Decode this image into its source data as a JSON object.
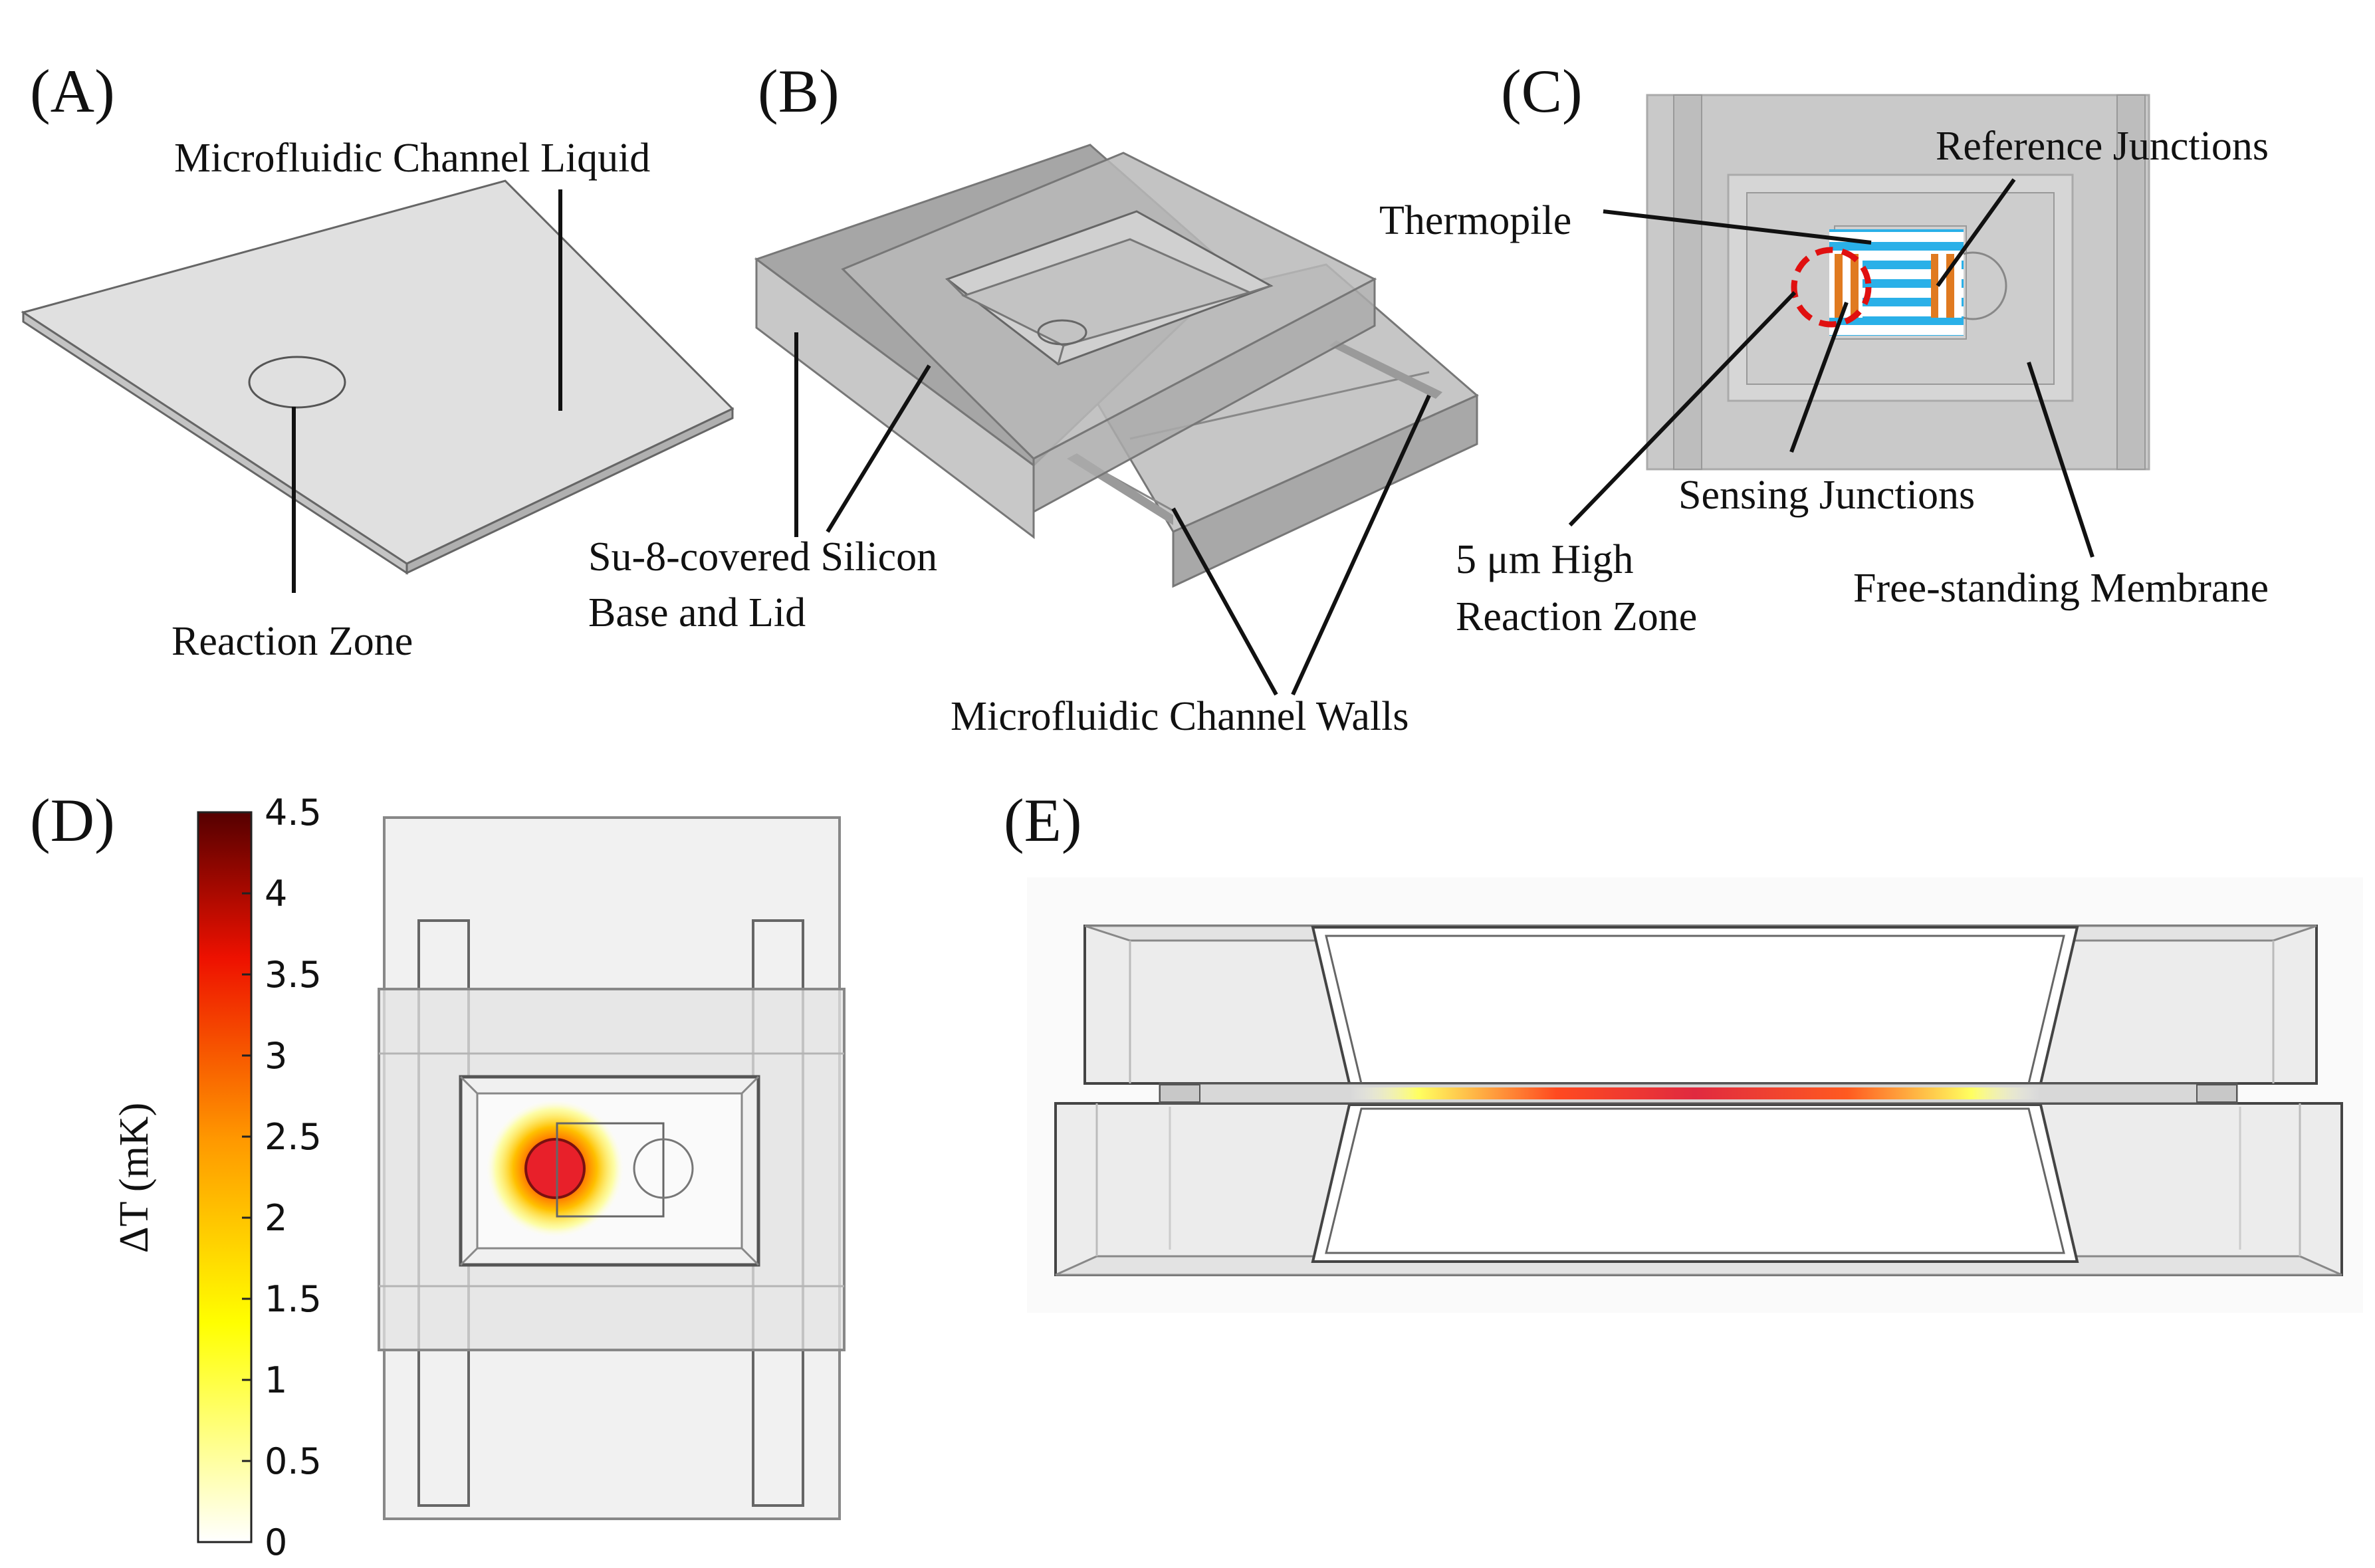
{
  "panels": {
    "a": {
      "letter": "(A)",
      "labels": {
        "channel_liquid": "Microfluidic Channel Liquid",
        "reaction_zone": "Reaction Zone"
      }
    },
    "b": {
      "letter": "(B)",
      "labels": {
        "base_lid_line1": "Su-8-covered Silicon",
        "base_lid_line2": "Base and Lid",
        "channel_walls": "Microfluidic Channel Walls"
      }
    },
    "c": {
      "letter": "(C)",
      "labels": {
        "thermopile": "Thermopile",
        "reference_junctions": "Reference Junctions",
        "sensing_junctions": "Sensing Junctions",
        "reaction_zone_line1": "5 μm High",
        "reaction_zone_line2": "Reaction Zone",
        "membrane": "Free-standing Membrane"
      }
    },
    "d": {
      "letter": "(D)",
      "colorbar": {
        "label": "ΔT (mK)",
        "ticks": [
          "0",
          "0.5",
          "1",
          "1.5",
          "2",
          "2.5",
          "3",
          "3.5",
          "4",
          "4.5"
        ],
        "range": [
          0,
          4.5
        ],
        "colormap": [
          "#ffffff",
          "#ffff00",
          "#ff9900",
          "#ee1100",
          "#550000"
        ]
      }
    },
    "e": {
      "letter": "(E)"
    }
  }
}
